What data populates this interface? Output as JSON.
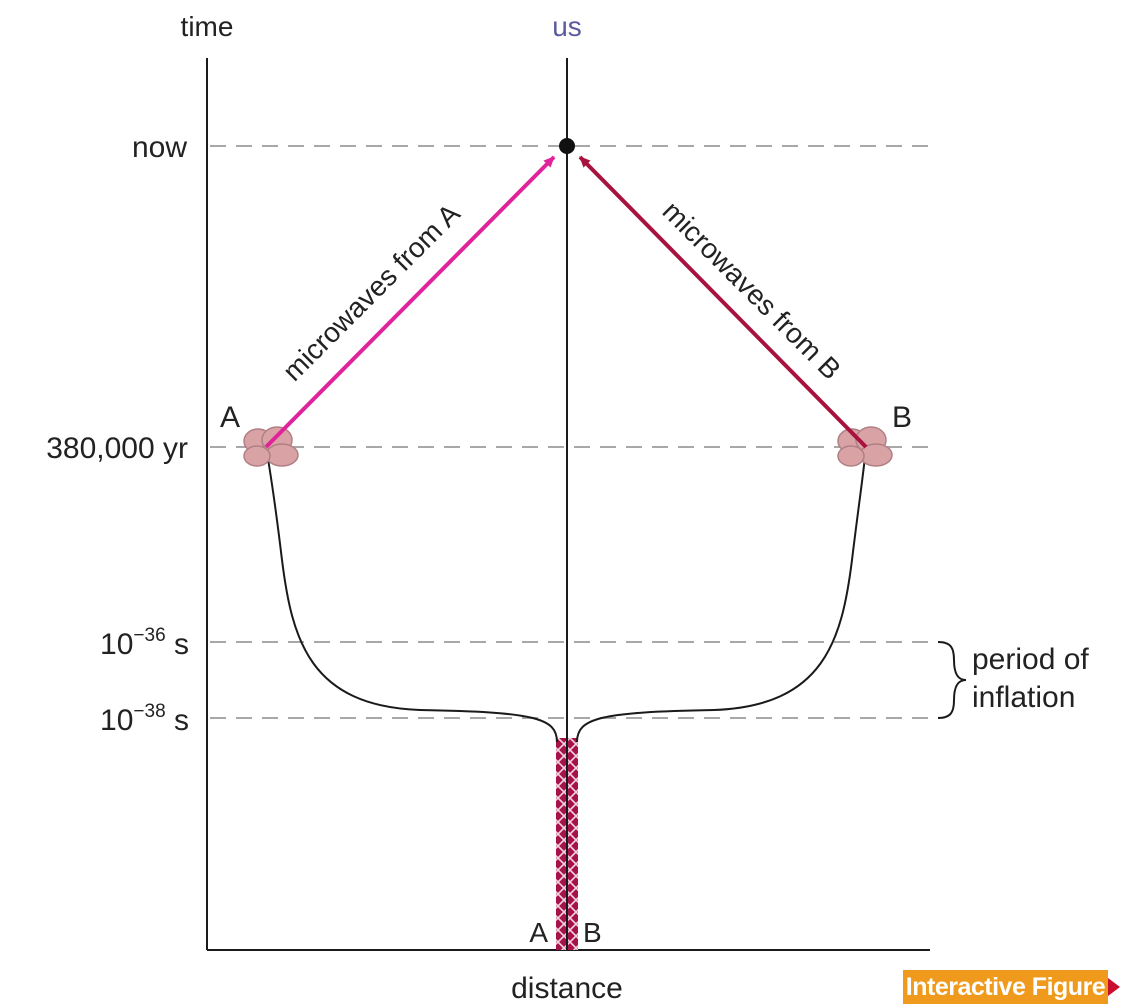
{
  "labels": {
    "time": "time",
    "us": "us",
    "distance": "distance",
    "now": "now",
    "t_decoupling": "380,000 yr",
    "t36_base": "10",
    "t36_exp": "−36",
    "t36_unit": " s",
    "t38_base": "10",
    "t38_exp": "−38",
    "t38_unit": " s",
    "period_line1": "period of",
    "period_line2": "inflation",
    "point_a_top": "A",
    "point_b_top": "B",
    "point_a_bottom": "A",
    "point_b_bottom": "B",
    "ray_a": "microwaves from A",
    "ray_b": "microwaves from B"
  },
  "button": {
    "interactive_figure": "Interactive Figure"
  },
  "colors": {
    "axis": "#1a1a1a",
    "dashed": "#a8a8a8",
    "ray_a": "#e0239b",
    "ray_b": "#a8123e",
    "blob": "#d9a3a6",
    "blob_edge": "#b07f84",
    "us_label": "#5b5aa0",
    "badge": "#ef9a1c"
  },
  "icons": {
    "badge_arrow": "red-triangle-arrow-icon"
  }
}
